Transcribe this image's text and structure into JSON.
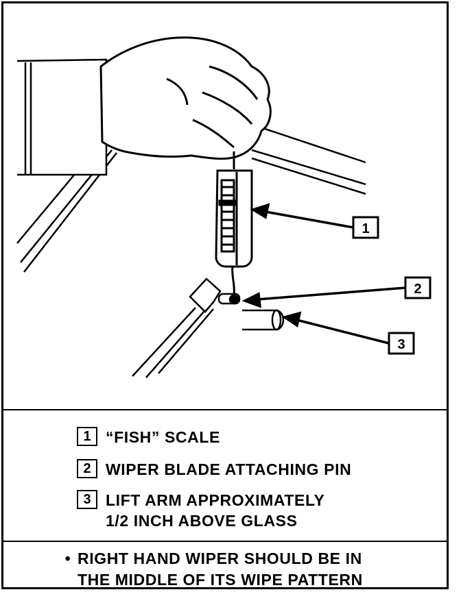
{
  "callouts": [
    "1",
    "2",
    "3"
  ],
  "legend": [
    {
      "number": "1",
      "lines": [
        "“FISH” SCALE"
      ]
    },
    {
      "number": "2",
      "lines": [
        "WIPER BLADE ATTACHING PIN"
      ]
    },
    {
      "number": "3",
      "lines": [
        "LIFT ARM APPROXIMATELY",
        "1/2 INCH ABOVE GLASS"
      ]
    }
  ],
  "note": {
    "bullet": "•",
    "lines": [
      "RIGHT HAND WIPER SHOULD BE IN",
      "THE MIDDLE OF ITS WIPE PATTERN"
    ]
  }
}
